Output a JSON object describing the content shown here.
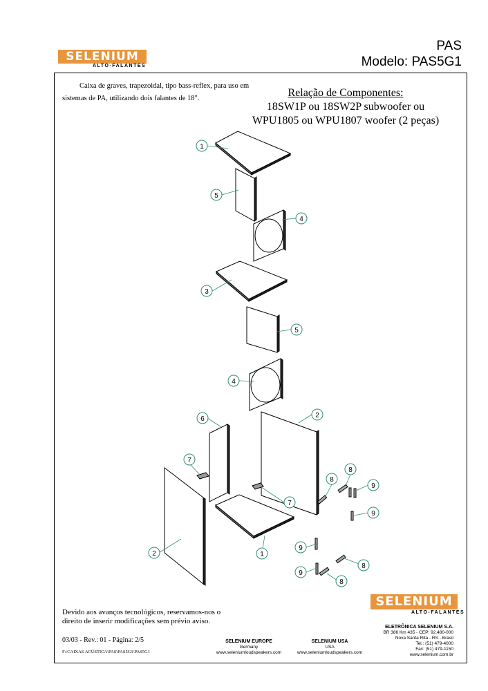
{
  "header": {
    "brand": "SELENIUM",
    "brand_sub": "ALTO-FALANTES",
    "series": "PAS",
    "model": "Modelo: PAS5G1"
  },
  "description": "Caixa de graves, trapezoidal, tipo bass-reflex, para uso em sistemas de PA, utilizando dois falantes de 18\".",
  "components": {
    "title": "Relação de Componentes:",
    "line1": "18SW1P ou 18SW2P subwoofer ou",
    "line2": "WPU1805 ou WPU1807 woofer (2 peças)"
  },
  "callouts": {
    "c1": "1",
    "c2": "2",
    "c3": "3",
    "c4": "4",
    "c5": "5",
    "c6": "6",
    "c7": "7",
    "c8": "8",
    "c9": "9"
  },
  "footer": {
    "disclaimer": "Devido aos avanços tecnológicos, reservamos-nos o direito de inserir modificações sem prévio aviso.",
    "revision": "03/03 - Rev.: 01 - Página: 2/5",
    "path": "F:\\CAIXAS ACÚSTICA\\PAS\\PAS5G1\\PAS5G1",
    "europe_title": "SELENIUM EUROPE",
    "europe_country": "Germany",
    "europe_site": "www.seleniumloudspeakers.com",
    "usa_title": "SELENIUM USA",
    "usa_country": "USA",
    "usa_site": "www.seleniumloudspeakers.com",
    "company": "ELETRÔNICA SELENIUM S.A.",
    "addr1": "BR 386 Km 435 - CEP: 92.480-000",
    "addr2": "Nova Santa Rita - RS - Brasil",
    "tel": "Tel.: (51) 479-4000",
    "fax": "Fax: (51) 479-1150",
    "site": "www.selenium.com.br"
  },
  "colors": {
    "brand": "#e9953b",
    "callout": "#2f8f6f"
  }
}
